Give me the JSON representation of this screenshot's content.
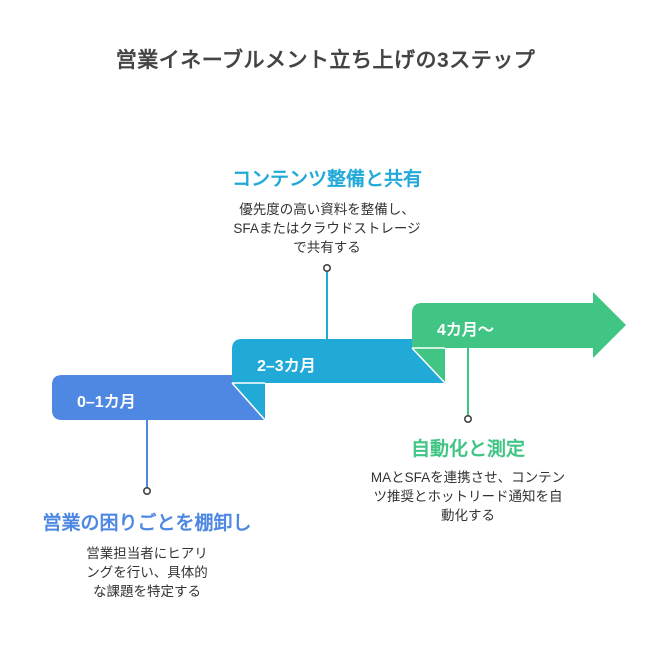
{
  "title": "営業イネーブルメント立ち上げの3ステップ",
  "colors": {
    "step1": "#4f88e2",
    "step2": "#21aad8",
    "step3": "#40c585",
    "text": "#333333",
    "title": "#444444"
  },
  "steps": [
    {
      "period": "0–1カ月",
      "heading": "営業の困りごとを棚卸し",
      "description_lines": [
        "営業担当者にヒアリ",
        "ングを行い、具体的",
        "な課題を特定する"
      ]
    },
    {
      "period": "2–3カ月",
      "heading": "コンテンツ整備と共有",
      "description_lines": [
        "優先度の高い資料を整備し、",
        "SFAまたはクラウドストレージ",
        "で共有する"
      ]
    },
    {
      "period": "4カ月〜",
      "heading": "自動化と測定",
      "description_lines": [
        "MAとSFAを連携させ、コンテン",
        "ツ推奨とホットリード通知を自",
        "動化する"
      ]
    }
  ]
}
